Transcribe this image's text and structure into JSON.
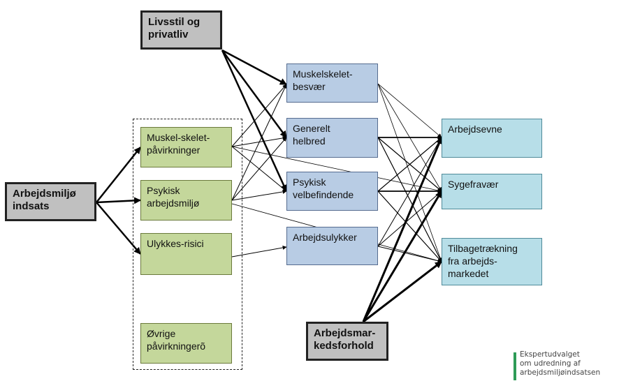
{
  "nodes": {
    "livsstil": "Livsstil og\nprivatliv",
    "arbejdsmiljo": "Arbejdsmiljø\nindsats",
    "arbejdsmarked": "Arbejdsmar-\nkedsforhold",
    "muskel_pav": "Muskel-skelet-\npåvirkninger",
    "psykisk_arb": "Psykisk\narbejdsmiljø",
    "ulykkes": "Ulykkes-risici",
    "ovrige": "Øvrige\npåvirkningerõ",
    "muskel_besvaer": "Muskelskelet-\nbesvær",
    "generelt": "Generelt\nhelbred",
    "psykisk_velb": "Psykisk\nvelbefindende",
    "arbejdsulykker": "Arbejdsulykker",
    "arbejdsevne": "Arbejdsevne",
    "sygefravaer": "Sygefravær",
    "tilbage": "Tilbagetrækning\nfra arbejds-\nmarkedet"
  },
  "logo": {
    "text": "Ekspertudvalget\nom udredning af\narbejdsmiljøindsatsen",
    "color": "#2e9b57"
  },
  "colors": {
    "gray": "#c0c0c0",
    "green": "#c4d79b",
    "blue": "#b8cce4",
    "teal": "#b7dee8"
  }
}
